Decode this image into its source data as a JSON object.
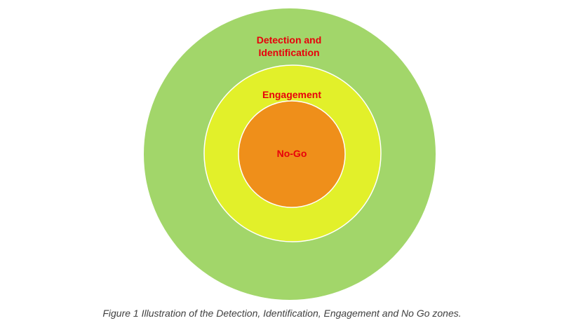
{
  "diagram": {
    "zones": {
      "outer": {
        "label_line1": "Detection and",
        "label_line2": "Identification",
        "fill": "#a2d66a"
      },
      "middle": {
        "label": "Engagement",
        "fill": "#e2f02a"
      },
      "inner": {
        "label": "No-Go",
        "fill": "#ef8f1a"
      }
    },
    "label_color": "#e8000b",
    "ring_stroke": "#ffffff"
  },
  "caption": "Figure 1 Illustration of the Detection, Identification, Engagement and No Go zones."
}
